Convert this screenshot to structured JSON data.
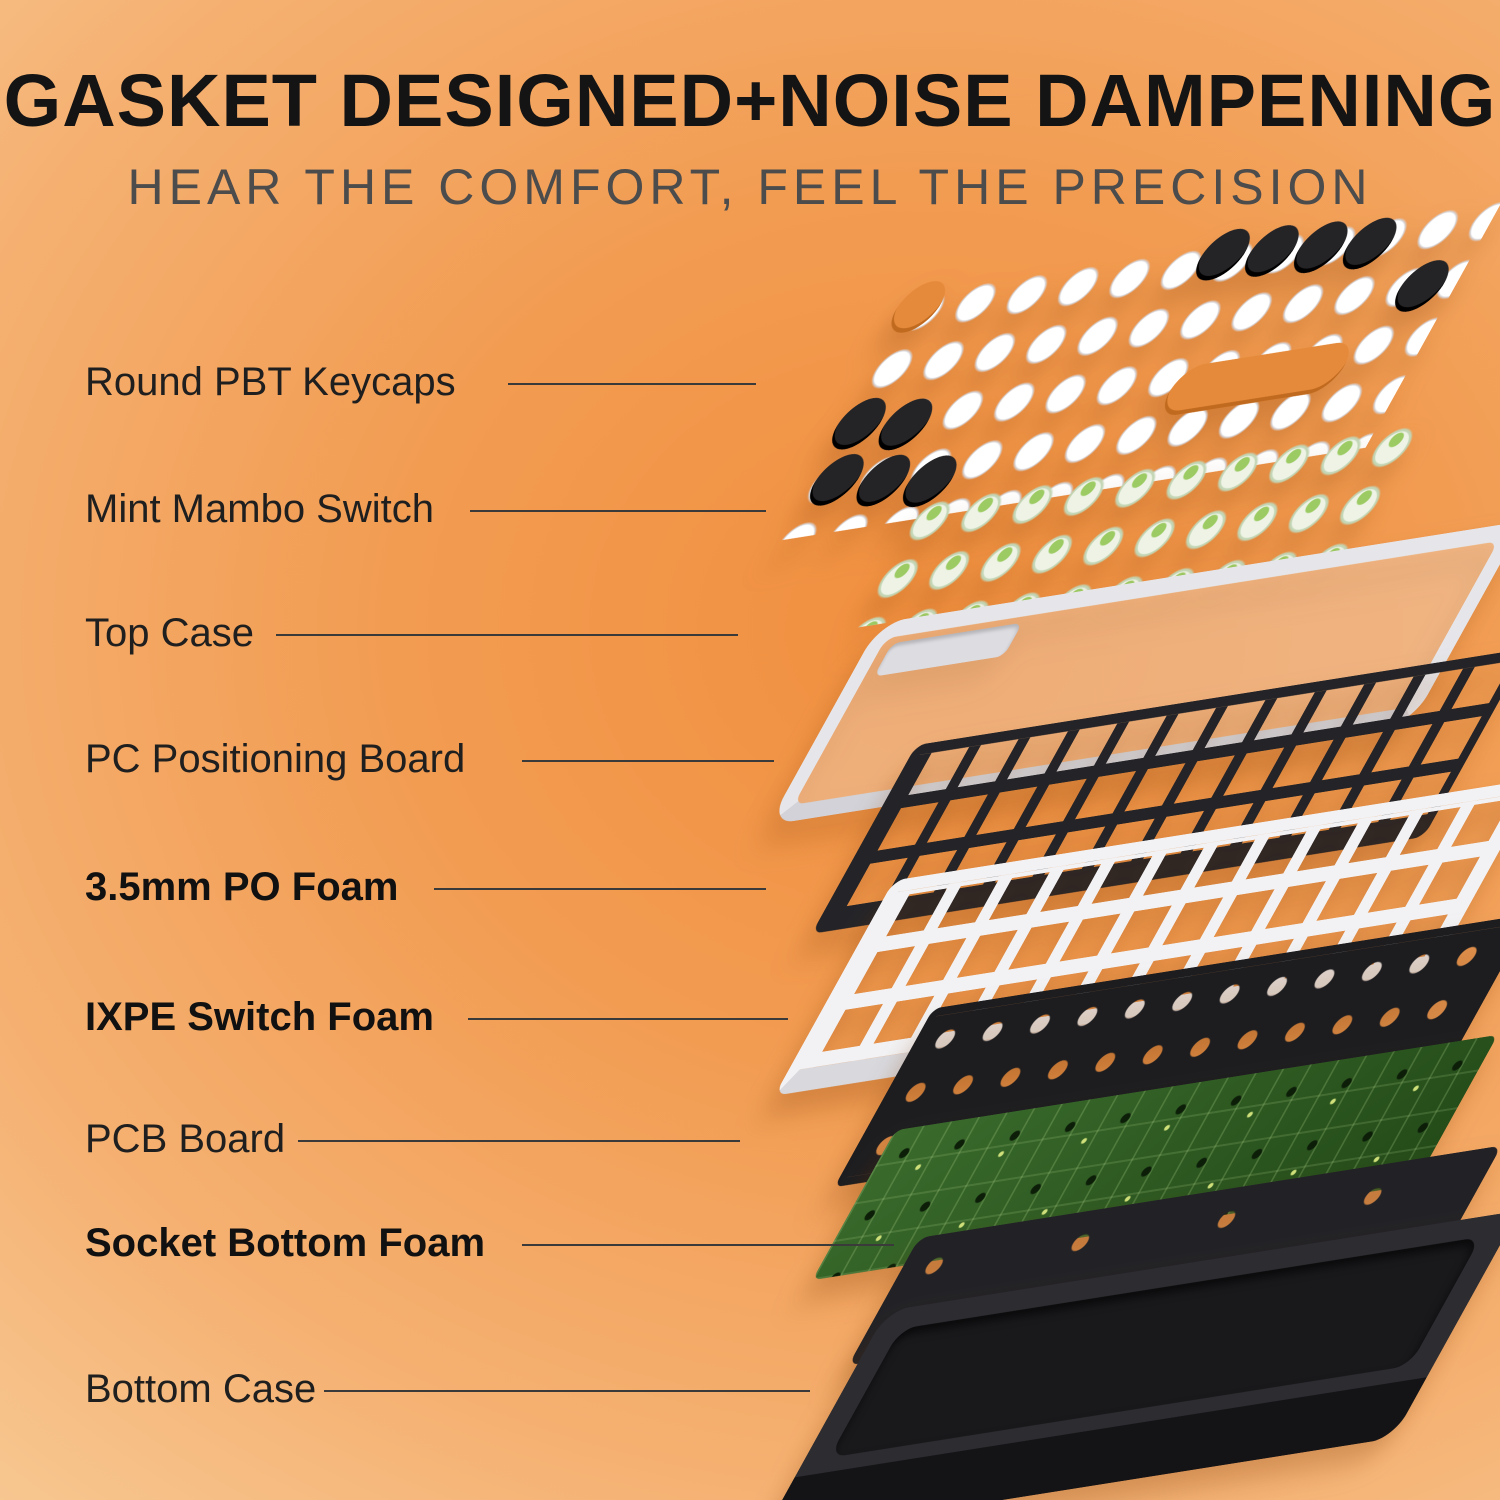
{
  "page": {
    "title": "GASKET DESIGNED+NOISE DAMPENING",
    "subtitle": "HEAR THE COMFORT, FEEL THE PRECISION"
  },
  "labels": [
    {
      "text": "Round PBT Keycaps",
      "emphasis": false
    },
    {
      "text": "Mint Mambo Switch",
      "emphasis": false
    },
    {
      "text": "Top Case",
      "emphasis": false
    },
    {
      "text": "PC Positioning Board",
      "emphasis": false
    },
    {
      "text": "3.5mm PO Foam",
      "emphasis": true
    },
    {
      "text": "IXPE Switch Foam",
      "emphasis": true
    },
    {
      "text": "PCB Board",
      "emphasis": false
    },
    {
      "text": "Socket Bottom Foam",
      "emphasis": true
    },
    {
      "text": "Bottom Case",
      "emphasis": false
    }
  ],
  "colors": {
    "background_center": "#f18f3e",
    "background_edge": "#f9daa9",
    "title_text": "#141414",
    "subtitle_text": "#4c4c4c",
    "label_text": "#1f1f1f",
    "leader_line": "#3a3a3a",
    "keycap_orange": "#e58a3a",
    "keycap_black": "#242427",
    "keycap_white": "#ffffff",
    "switch_mint": "#eef3e5",
    "switch_stem_green": "#9ccb63",
    "top_case_white": "#e6e6ea",
    "plate_black": "#242428",
    "foam_white": "#f2f2f4",
    "pcb_green": "#2e5a23",
    "case_black": "#2c2c31"
  }
}
